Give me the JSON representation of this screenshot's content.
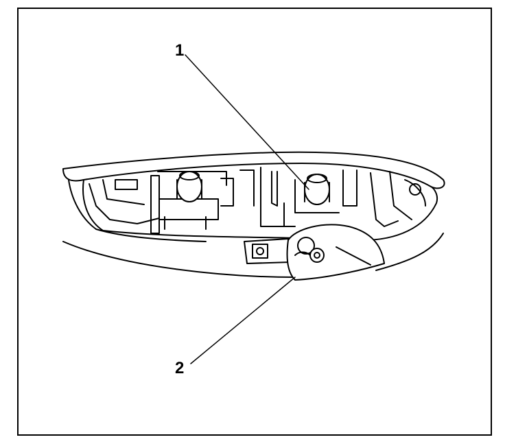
{
  "figure": {
    "callouts": [
      {
        "id": "1",
        "label": "1"
      },
      {
        "id": "2",
        "label": "2"
      }
    ]
  },
  "colors": {
    "ink": "#000000",
    "paper": "#ffffff"
  }
}
